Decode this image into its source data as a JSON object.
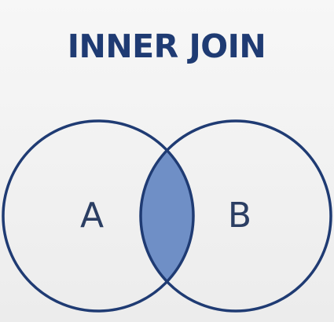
{
  "title": "INNER JOIN",
  "sets": {
    "left": {
      "label": "A"
    },
    "right": {
      "label": "B"
    }
  },
  "colors": {
    "title": "#1f3b73",
    "circle_stroke": "#1f3b73",
    "intersection_fill": "#6f8fc6",
    "label": "#2b3e63",
    "background": "#f2f2f2"
  }
}
